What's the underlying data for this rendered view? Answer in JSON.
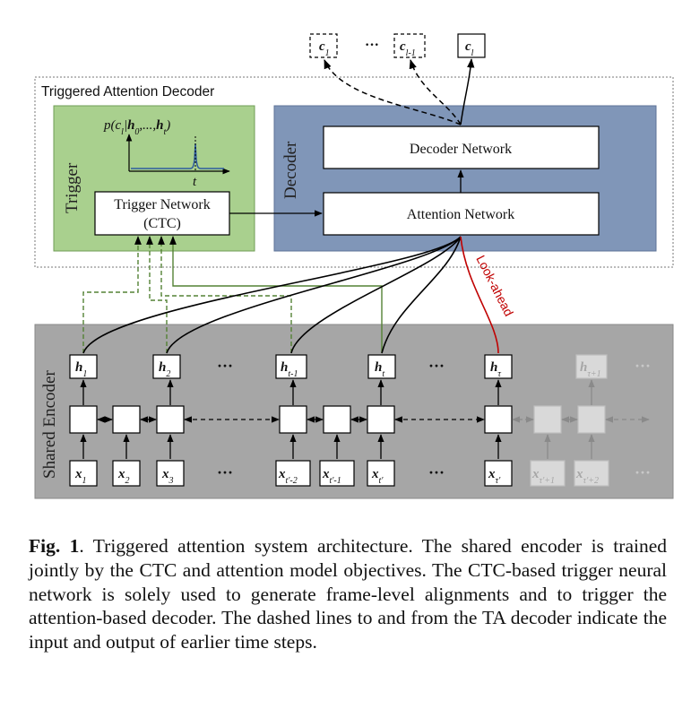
{
  "ta_decoder": {
    "title": "Triggered Attention Decoder"
  },
  "trigger": {
    "label": "Trigger",
    "prob_label": "p(c_l|h_0,...,h_t)",
    "time_label": "t",
    "network_line1": "Trigger Network",
    "network_line2": "(CTC)"
  },
  "decoder": {
    "label": "Decoder",
    "decoder_network": "Decoder Network",
    "attention_network": "Attention Network"
  },
  "outputs": [
    {
      "base": "c",
      "sub": "1",
      "dashed": true
    },
    {
      "base": "c",
      "sub": "l-1",
      "dashed": true
    },
    {
      "base": "c",
      "sub": "l",
      "dashed": false
    }
  ],
  "ellipsis": "···",
  "lookahead_label": "Look-ahead",
  "encoder": {
    "label": "Shared Encoder",
    "hidden": [
      {
        "base": "h",
        "sub": "1"
      },
      {
        "base": "h",
        "sub": "2"
      },
      {
        "base": "h",
        "sub": "t-1"
      },
      {
        "base": "h",
        "sub": "t"
      },
      {
        "base": "h",
        "sub": "τ"
      },
      {
        "base": "h",
        "sub": "τ+1"
      }
    ],
    "inputs": [
      {
        "base": "x",
        "sub": "1"
      },
      {
        "base": "x",
        "sub": "2"
      },
      {
        "base": "x",
        "sub": "3"
      },
      {
        "base": "x",
        "sub": "t'-2"
      },
      {
        "base": "x",
        "sub": "t'-1"
      },
      {
        "base": "x",
        "sub": "t'"
      },
      {
        "base": "x",
        "sub": "τ'"
      },
      {
        "base": "x",
        "sub": "τ'+1"
      },
      {
        "base": "x",
        "sub": "τ'+2"
      }
    ]
  },
  "colors": {
    "trigger_fill": "#a9d08e",
    "decoder_fill": "#8096b8",
    "encoder_fill": "#a6a6a6",
    "lookahead_red": "#c00000",
    "trigger_green": "#548235",
    "plot_blue": "#2e5c9e"
  },
  "caption": {
    "fig_label": "Fig. 1",
    "text": ". Triggered attention system architecture. The shared encoder is trained jointly by the CTC and attention model objectives. The CTC-based trigger neural network is solely used to generate frame-level alignments and to trigger the attention-based decoder. The dashed lines to and from the TA decoder indicate the input and output of earlier time steps."
  }
}
